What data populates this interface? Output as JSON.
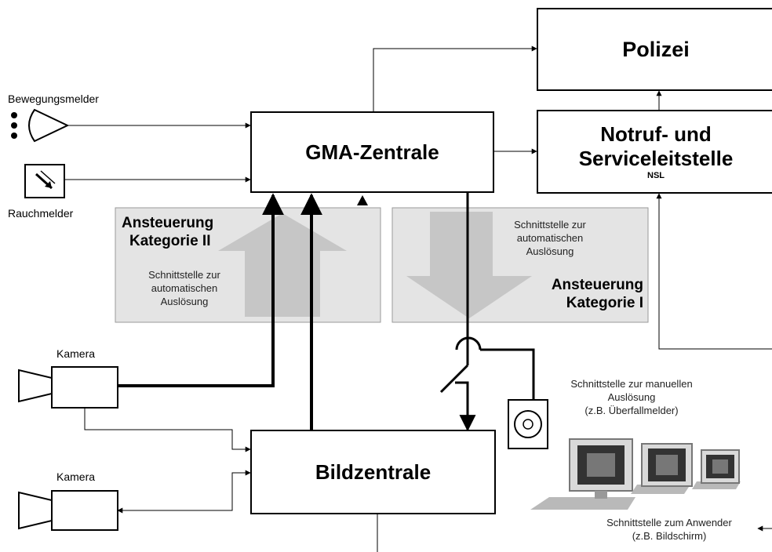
{
  "boxes": {
    "police": "Polizei",
    "gma_central": "GMA-Zentrale",
    "nsl_line1": "Notruf- und",
    "nsl_line2": "Serviceleitstelle",
    "nsl_abbrev": "NSL",
    "image_central": "Bildzentrale"
  },
  "sensors": {
    "motion_detector": "Bewegungsmelder",
    "smoke_detector": "Rauchmelder",
    "camera_top": "Kamera",
    "camera_bottom": "Kamera"
  },
  "category_2": {
    "title_line1": "Ansteuerung",
    "title_line2": "Kategorie II",
    "interface_line1": "Schnittstelle zur",
    "interface_line2": "automatischen",
    "interface_line3": "Auslösung"
  },
  "category_1": {
    "title_line1": "Ansteuerung",
    "title_line2": "Kategorie I",
    "interface_line1": "Schnittstelle zur",
    "interface_line2": "automatischen",
    "interface_line3": "Auslösung"
  },
  "manual_interface": {
    "line1": "Schnittstelle zur manuellen",
    "line2": "Auslösung",
    "line3": "(z.B. Überfallmelder)"
  },
  "user_interface": {
    "line1": "Schnittstelle zum Anwender",
    "line2": "(z.B. Bildschirm)"
  },
  "colors": {
    "panel_fill": "#e4e4e4",
    "arrow_fill": "#c6c6c6",
    "line": "#000000"
  }
}
